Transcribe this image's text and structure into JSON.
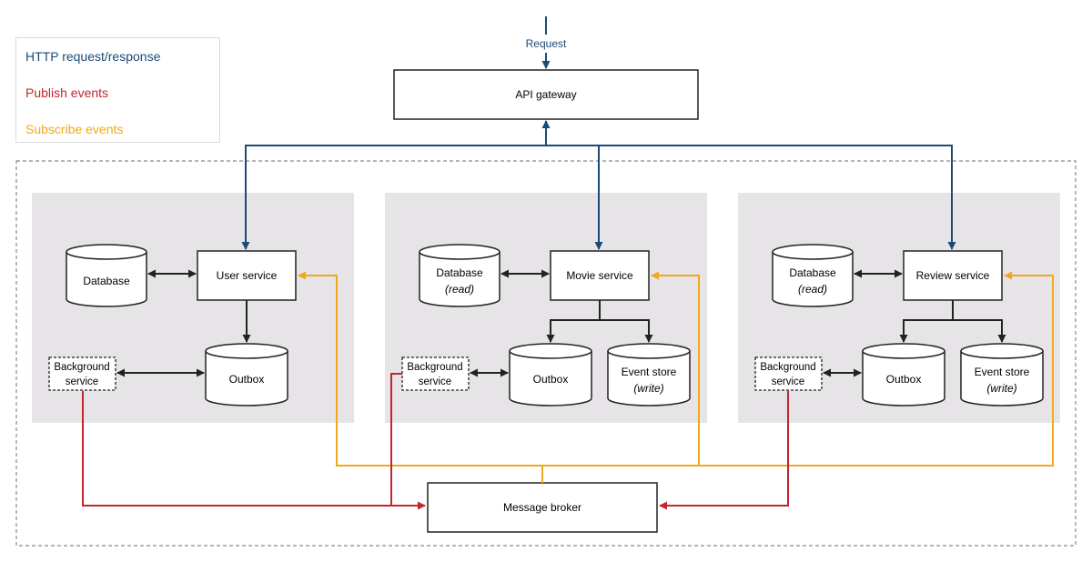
{
  "legend": {
    "http": "HTTP request/response",
    "publish": "Publish events",
    "subscribe": "Subscribe events"
  },
  "request_label": "Request",
  "api_gateway": "API gateway",
  "message_broker": "Message broker",
  "user": {
    "service": "User service",
    "database": "Database",
    "outbox": "Outbox",
    "background": [
      "Background",
      "service"
    ]
  },
  "movie": {
    "service": "Movie service",
    "database": [
      "Database",
      "(read)"
    ],
    "outbox": "Outbox",
    "event_store": [
      "Event store",
      "(write)"
    ],
    "background": [
      "Background",
      "service"
    ]
  },
  "review": {
    "service": "Review service",
    "database": [
      "Database",
      "(read)"
    ],
    "outbox": "Outbox",
    "event_store": [
      "Event store",
      "(write)"
    ],
    "background": [
      "Background",
      "service"
    ]
  },
  "colors": {
    "http": "#1b4a78",
    "publish": "#c0262d",
    "subscribe": "#f2a81d",
    "panel": "#e7e4e7",
    "stroke": "#222222"
  }
}
